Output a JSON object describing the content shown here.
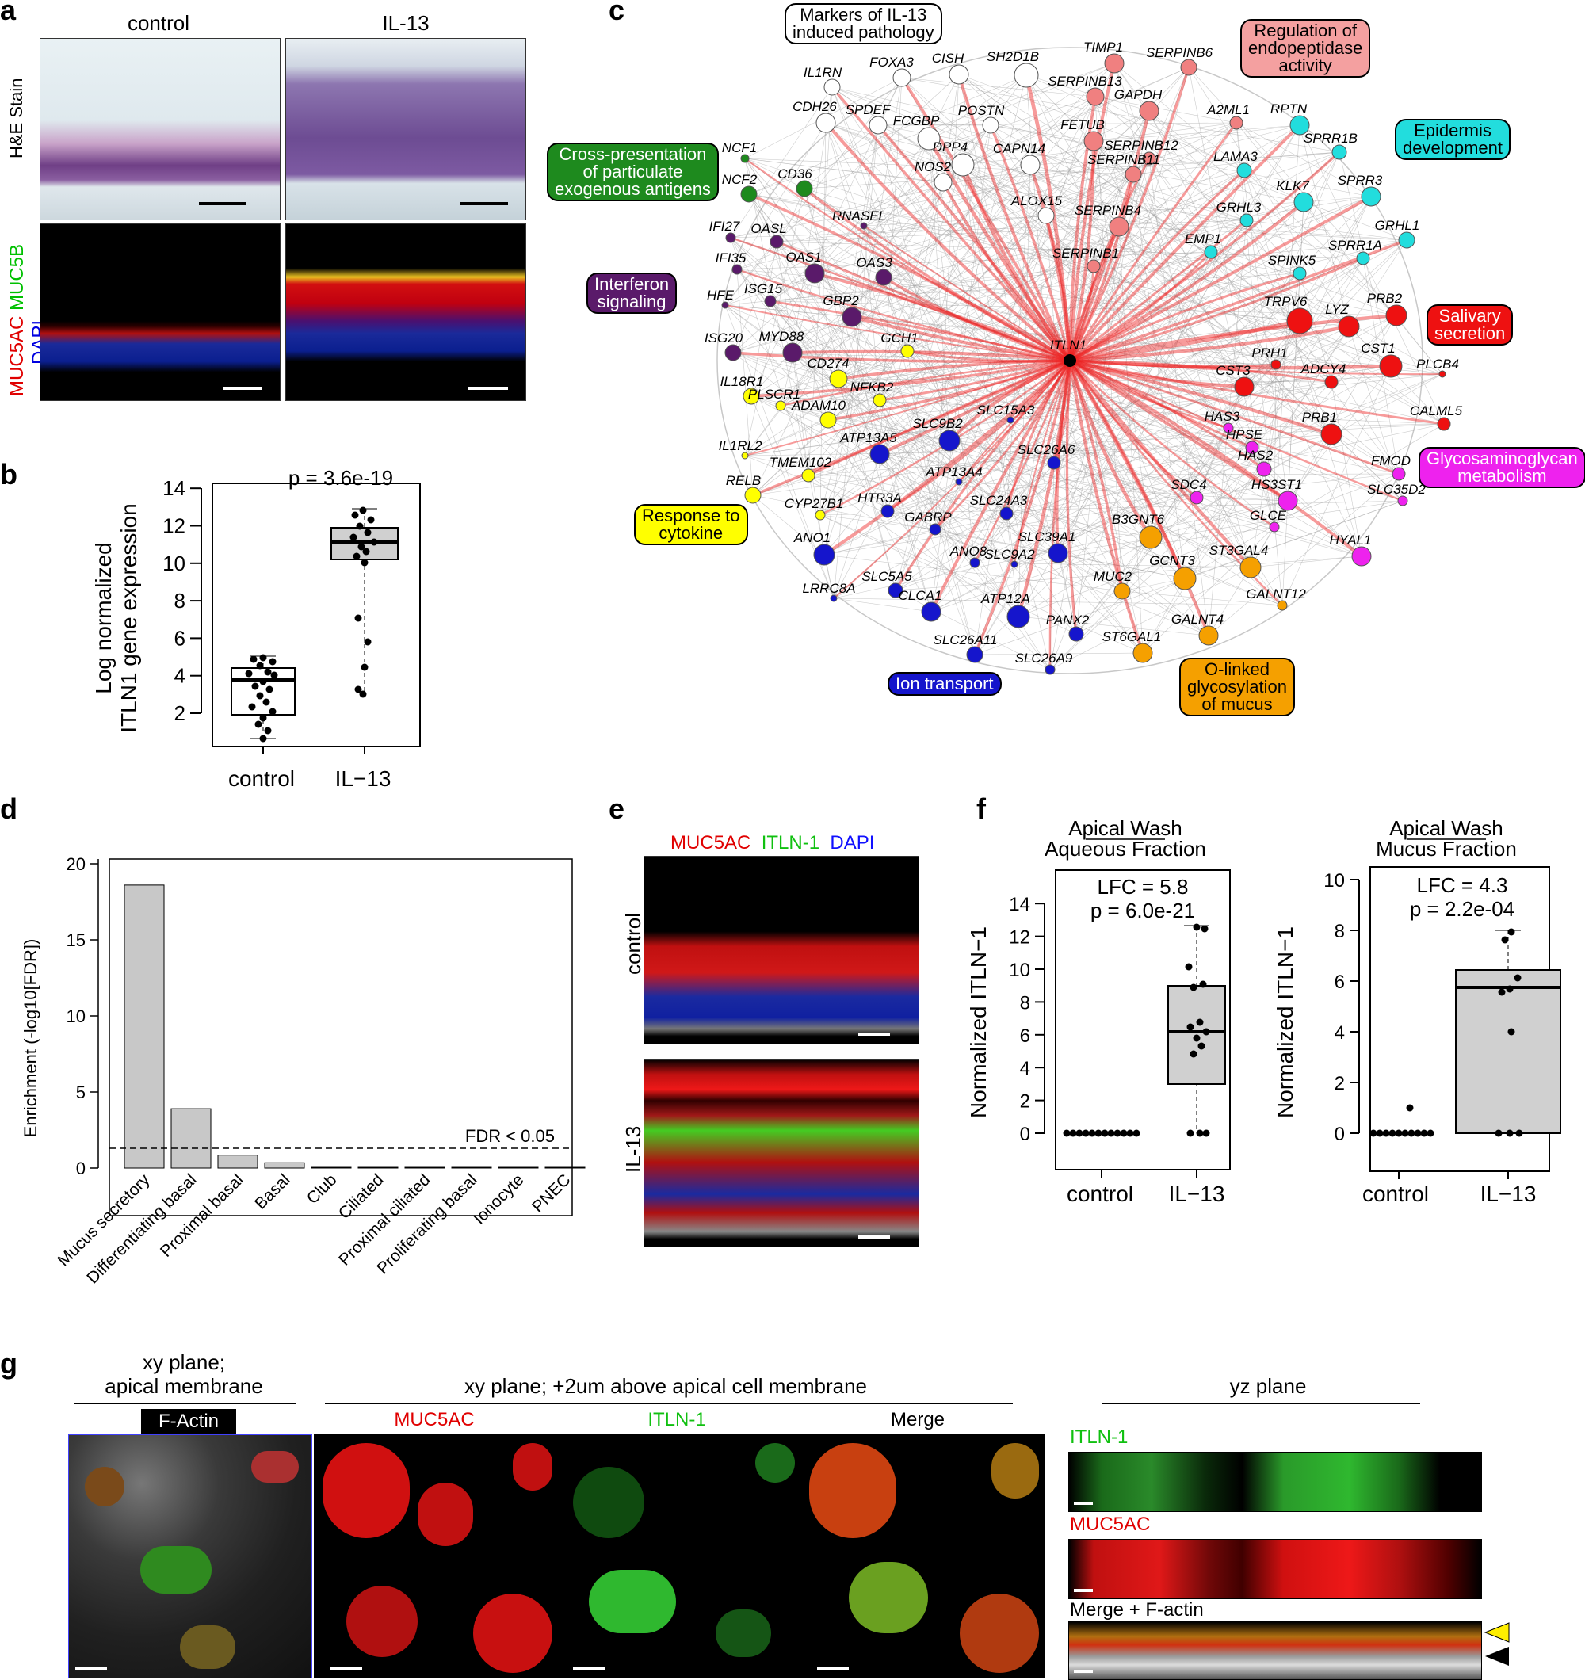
{
  "panels": {
    "a": {
      "label": "a",
      "col_control": "control",
      "col_il13": "IL-13",
      "row_he": "H&E Stain",
      "row_if": {
        "muc5ac": "MUC5AC",
        "muc5b": "MUC5B",
        "dapi": "DAPI"
      }
    },
    "b": {
      "label": "b",
      "ylabel_line1": "Log normalized",
      "ylabel_line2": "ITLN1 gene expression",
      "pvalue": "p = 3.6e-19",
      "yticks": [
        "2",
        "4",
        "6",
        "8",
        "10",
        "12",
        "14"
      ],
      "xticks": [
        "control",
        "IL−13"
      ]
    },
    "c": {
      "label": "c",
      "center_node": "ITLN1",
      "categories": [
        {
          "id": "markers",
          "text": "Markers of IL-13\ninduced pathology"
        },
        {
          "id": "regulation",
          "text": "Regulation of\nendopeptidase\nactivity"
        },
        {
          "id": "epidermis",
          "text": "Epidermis\ndevelopment"
        },
        {
          "id": "cross",
          "text": "Cross-presentation\nof particulate\nexogenous antigens"
        },
        {
          "id": "interferon",
          "text": "Interferon\nsignaling"
        },
        {
          "id": "salivary",
          "text": "Salivary\nsecretion"
        },
        {
          "id": "glycos",
          "text": "Glycosaminoglycan\nmetabolism"
        },
        {
          "id": "response",
          "text": "Response to\ncytokine"
        },
        {
          "id": "ion",
          "text": "Ion transport"
        },
        {
          "id": "olinked",
          "text": "O-linked\nglycosylation\nof mucus"
        }
      ]
    },
    "d": {
      "label": "d",
      "fdr_label": "FDR < 0.05"
    },
    "e": {
      "label": "e",
      "stain_muc5ac": "MUC5AC",
      "stain_itln1": "ITLN-1",
      "stain_dapi": "DAPI",
      "row_control": "control",
      "row_il13": "IL-13"
    },
    "f": {
      "label": "f",
      "left": {
        "title_line1": "Apical Wash",
        "title_line2": "Aqueous Fraction",
        "lfc": "LFC = 5.8",
        "pvalue": "p = 6.0e-21",
        "ylabel": "Normalized ITLN−1",
        "yticks": [
          "0",
          "2",
          "4",
          "6",
          "8",
          "10",
          "12",
          "14"
        ],
        "xticks": [
          "control",
          "IL−13"
        ]
      },
      "right": {
        "title_line1": "Apical Wash",
        "title_line2": "Mucus Fraction",
        "lfc": "LFC = 4.3",
        "pvalue": "p = 2.2e-04",
        "ylabel": "Normalized ITLN−1",
        "yticks": [
          "0",
          "2",
          "4",
          "6",
          "8",
          "10"
        ],
        "xticks": [
          "control",
          "IL−13"
        ]
      }
    },
    "g": {
      "label": "g",
      "header1_line1": "xy plane;",
      "header1_line2": "apical membrane",
      "header2": "xy plane; +2um above apical cell membrane",
      "header3": "yz plane",
      "factin": "F-Actin",
      "muc5ac": "MUC5AC",
      "itln1": "ITLN-1",
      "merge": "Merge",
      "yz_itln1": "ITLN-1",
      "yz_muc5ac": "MUC5AC",
      "yz_merge": "Merge + F-actin"
    }
  },
  "chart_data": [
    {
      "type": "bar",
      "ylabel": "Enrichment (-log10[FDR])",
      "categories": [
        "Mucus secretory",
        "Differentiating basal",
        "Proximal basal",
        "Basal",
        "Club",
        "Ciliated",
        "Proximal ciliated",
        "Proliferating basal",
        "Ionocyte",
        "PNEC"
      ],
      "values": [
        18.6,
        3.9,
        0.85,
        0.35,
        0.05,
        0.05,
        0.05,
        0.05,
        0.05,
        0.05
      ],
      "ylim": [
        0,
        20
      ],
      "yticks": [
        0,
        5,
        10,
        15,
        20
      ],
      "threshold": 1.3
    }
  ]
}
